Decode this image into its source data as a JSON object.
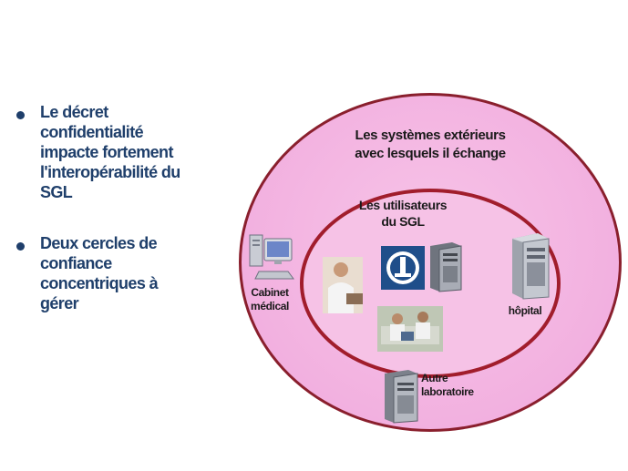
{
  "bullets": [
    {
      "text": "Le décret\nconfidentialité\nimpacte fortement\nl'interopérabilité du\nSGL"
    },
    {
      "text": "Deux cercles de\nconfiance\nconcentriques à\ngérer"
    }
  ],
  "diagram": {
    "outer_label": "Les systèmes extérieurs\navec lesquels il échange",
    "inner_label": "Les utilisateurs\ndu SGL",
    "nodes": {
      "cabinet": "Cabinet\nmédical",
      "hopital": "hôpital",
      "labo": "Autre\nlaboratoire"
    }
  },
  "colors": {
    "bullet_text": "#1f3f6b",
    "outer_ring": "#8a1f2d",
    "inner_ring": "#a11d2c",
    "fill": "#f0a8dc"
  }
}
